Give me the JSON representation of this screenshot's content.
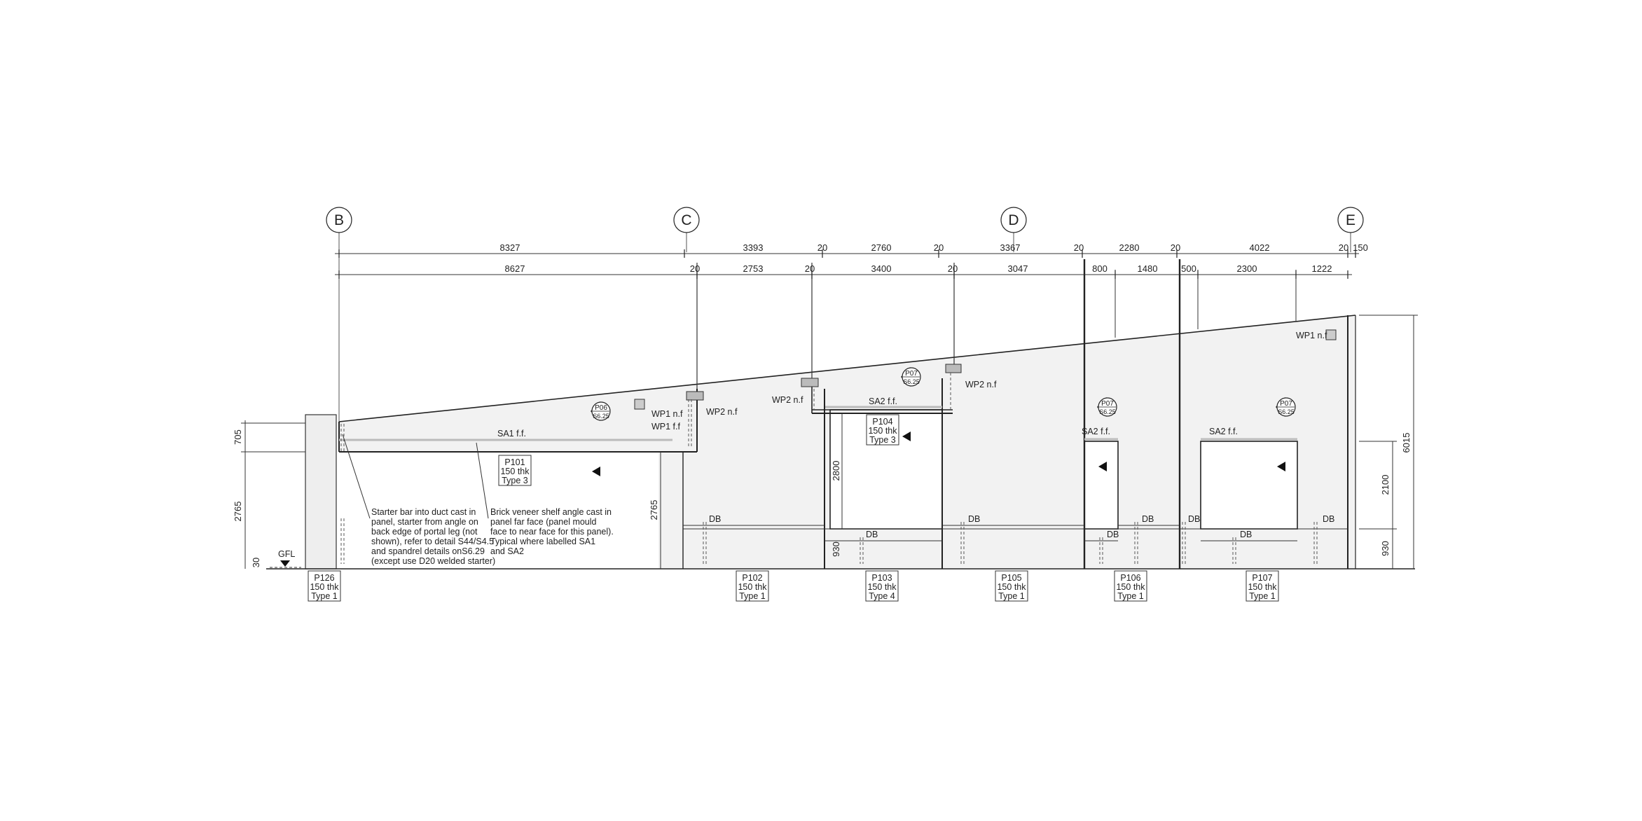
{
  "grid_lines": [
    "B",
    "C",
    "D",
    "E"
  ],
  "dims_top": [
    "8327",
    "3393",
    "20",
    "2760",
    "20",
    "3367",
    "20",
    "2280",
    "20",
    "4022",
    "20",
    "150"
  ],
  "dims_second": [
    "8627",
    "20",
    "2753",
    "20",
    "3400",
    "20",
    "3047",
    "800",
    "1480",
    "500",
    "2300",
    "1222"
  ],
  "dims_left": [
    "705",
    "2765",
    "30"
  ],
  "dims_right": [
    "6015",
    "2100",
    "930"
  ],
  "dims_inner": {
    "c_height": "2765",
    "opening_height": "2800",
    "sill": "930"
  },
  "panels": [
    {
      "id": "P126",
      "thk": "150 thk",
      "type": "Type 1"
    },
    {
      "id": "P101",
      "thk": "150 thk",
      "type": "Type 3"
    },
    {
      "id": "P102",
      "thk": "150 thk",
      "type": "Type 1"
    },
    {
      "id": "P103",
      "thk": "150 thk",
      "type": "Type 4"
    },
    {
      "id": "P104",
      "thk": "150 thk",
      "type": "Type 3"
    },
    {
      "id": "P105",
      "thk": "150 thk",
      "type": "Type 1"
    },
    {
      "id": "P106",
      "thk": "150 thk",
      "type": "Type 1"
    },
    {
      "id": "P107",
      "thk": "150 thk",
      "type": "Type 1"
    }
  ],
  "section_markers": [
    {
      "id": "P06",
      "ref": "S6.25"
    },
    {
      "id": "P07",
      "ref": "S6.25"
    },
    {
      "id": "P07",
      "ref": "S6.25"
    },
    {
      "id": "P07",
      "ref": "S6.25"
    }
  ],
  "labels": {
    "sa1": "SA1 f.f.",
    "sa2": "SA2 f.f.",
    "wp1nf": "WP1 n.f",
    "wp1ff": "WP1 f.f",
    "wp2nf": "WP2 n.f",
    "db": "DB",
    "gfl": "GFL"
  },
  "notes": {
    "starter": [
      "Starter bar into duct cast in",
      "panel, starter from angle on",
      "back edge of portal leg (not",
      "shown), refer to detail S44/S4.5",
      "and spandrel details onS6.29",
      "(except use D20 welded starter)"
    ],
    "veneer": [
      "Brick veneer shelf angle cast in",
      "panel far face (panel mould",
      "face to near face for this panel).",
      "Typical where labelled SA1",
      "and SA2"
    ]
  }
}
